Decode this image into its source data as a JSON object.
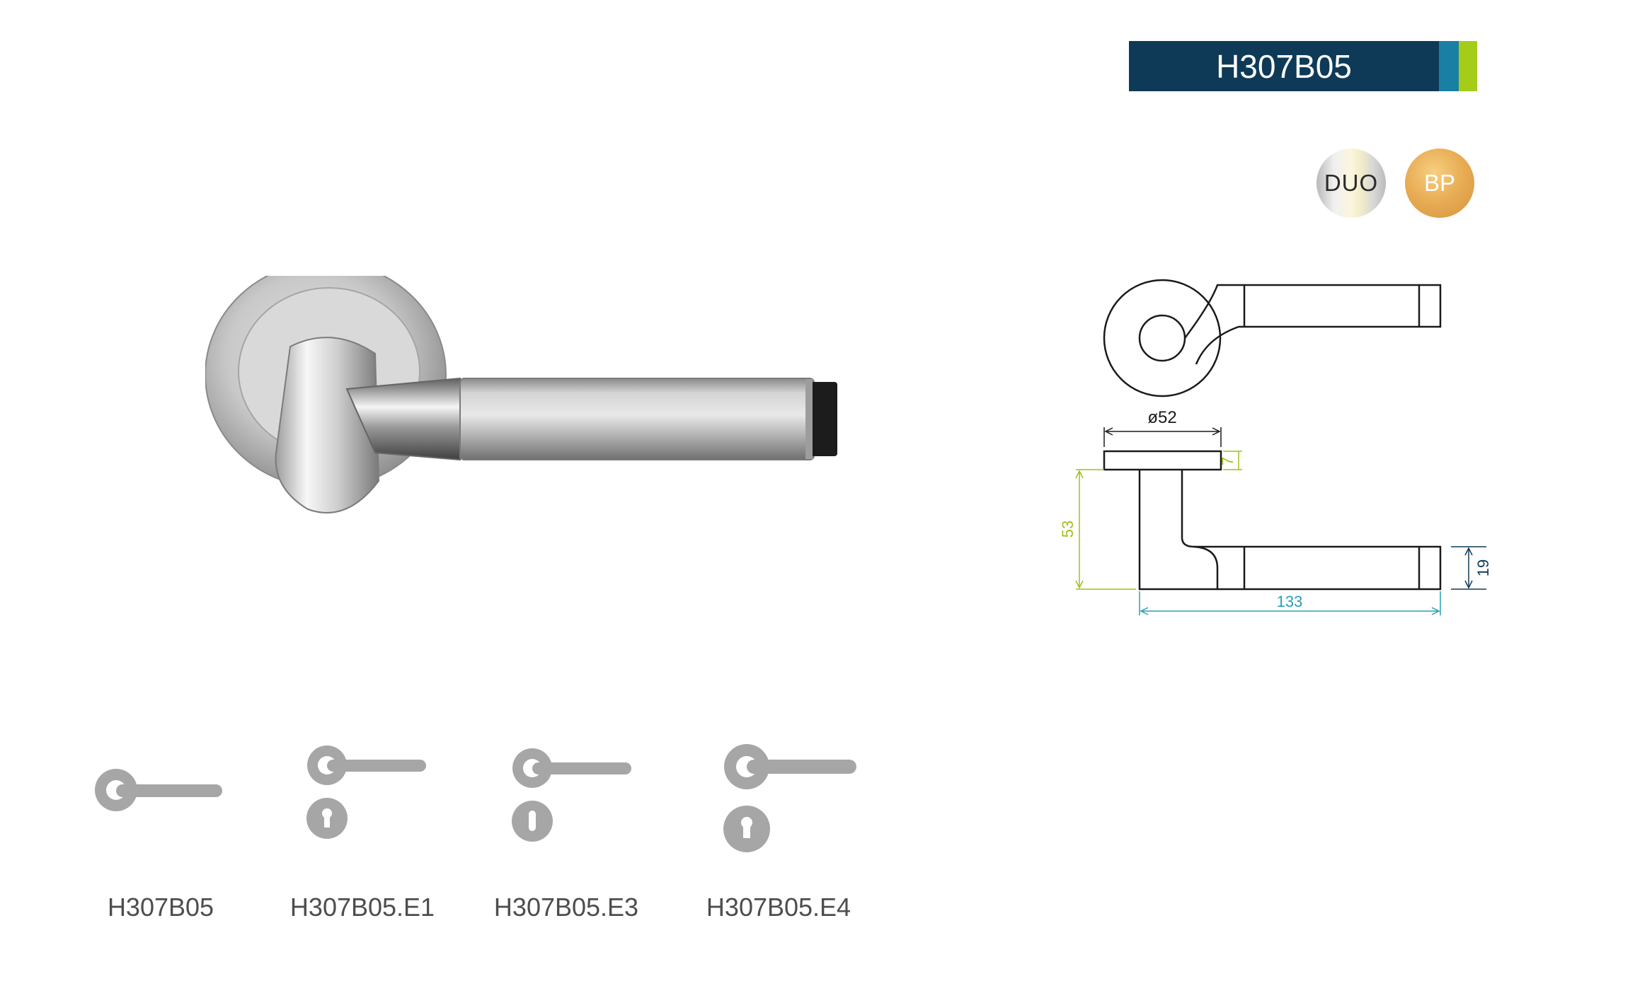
{
  "product": {
    "code": "H307B05"
  },
  "colors": {
    "banner_main": "#0e3a57",
    "banner_blue": "#1a7fa5",
    "banner_green": "#a6cc1a",
    "dim_green": "#9cc21a",
    "dim_teal": "#2a9db5",
    "dim_navy": "#0e3a57",
    "variant_gray": "#a6a6a6"
  },
  "finishes": [
    {
      "label": "DUO"
    },
    {
      "label": "BP"
    }
  ],
  "drawing": {
    "diameter_label": "ø52",
    "rose_thickness": "7",
    "height": "53",
    "lever_thickness": "19",
    "length": "133"
  },
  "variants": [
    {
      "code": "H307B05",
      "icon": "lever-rose-icon"
    },
    {
      "code": "H307B05.E1",
      "icon": "lever-rose-keyhole-icon"
    },
    {
      "code": "H307B05.E3",
      "icon": "lever-rose-cylinder-icon"
    },
    {
      "code": "H307B05.E4",
      "icon": "lever-rose-keyhole-large-icon"
    }
  ]
}
